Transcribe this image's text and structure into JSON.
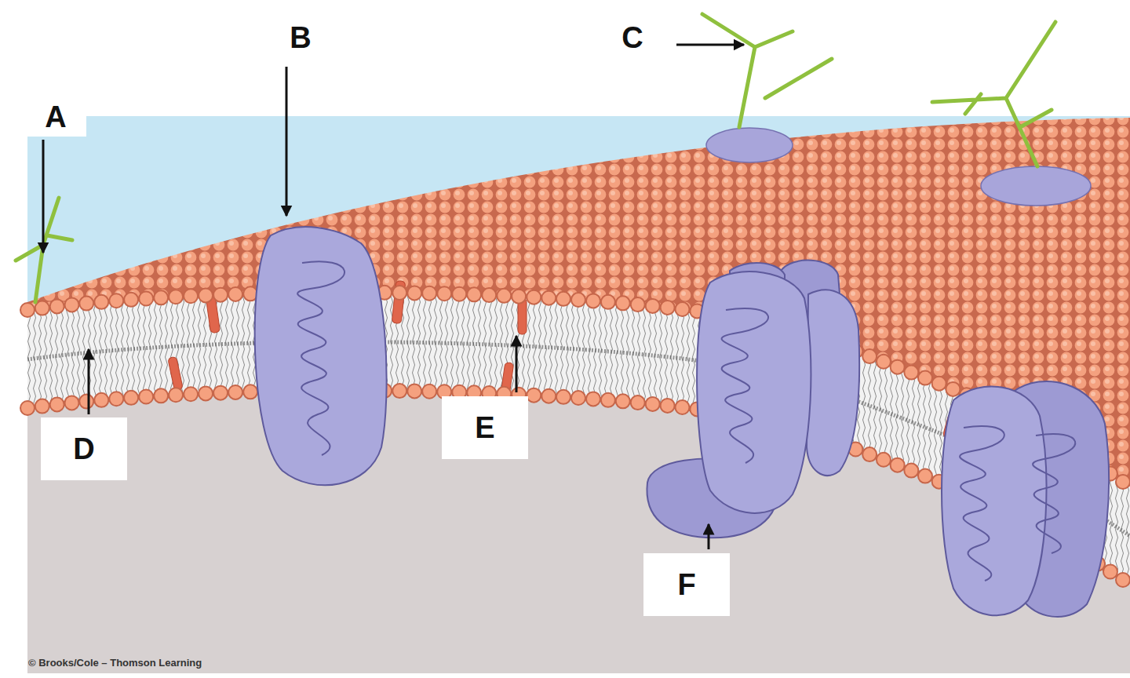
{
  "diagram": {
    "labels": [
      "A",
      "B",
      "C",
      "D",
      "E",
      "F",
      "© Brooks/Cole – Thomson Learning"
    ]
  }
}
